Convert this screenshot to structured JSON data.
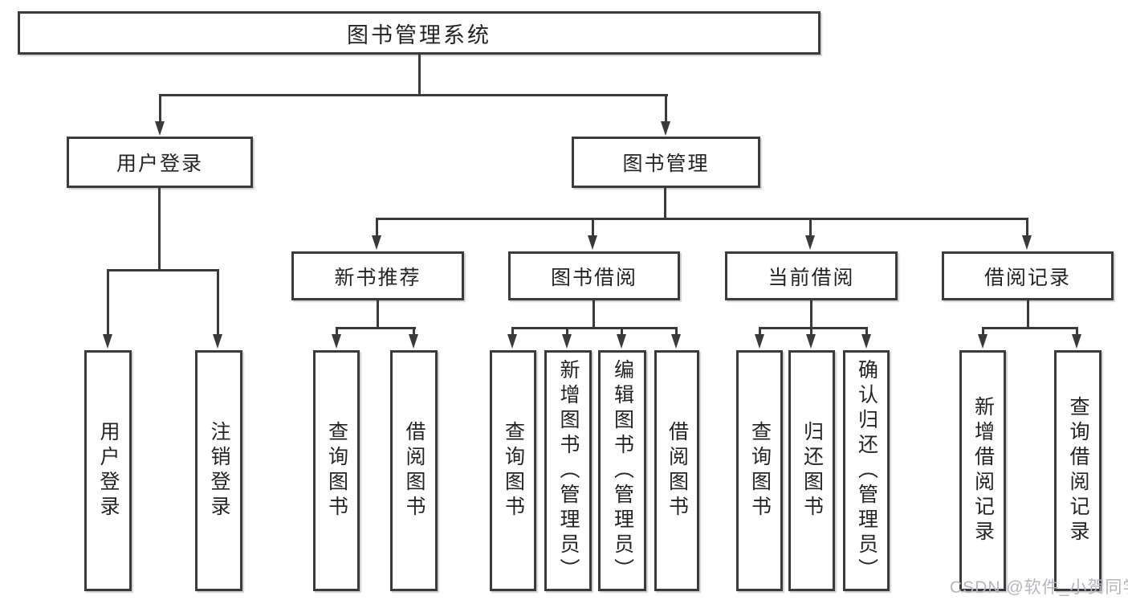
{
  "diagram": {
    "title": "图书管理系统",
    "level2": [
      {
        "label": "用户登录"
      },
      {
        "label": "图书管理"
      }
    ],
    "level3": [
      {
        "label": "新书推荐"
      },
      {
        "label": "图书借阅"
      },
      {
        "label": "当前借阅"
      },
      {
        "label": "借阅记录"
      }
    ],
    "leaves": [
      {
        "label": "用户登录"
      },
      {
        "label": "注销登录"
      },
      {
        "label": "查询图书"
      },
      {
        "label": "借阅图书"
      },
      {
        "label": "查询图书"
      },
      {
        "label": "新增图书（管理员）"
      },
      {
        "label": "编辑图书（管理员）"
      },
      {
        "label": "借阅图书"
      },
      {
        "label": "查询图书"
      },
      {
        "label": "归还图书"
      },
      {
        "label": "确认归还（管理员）"
      },
      {
        "label": "新增借阅记录"
      },
      {
        "label": "查询借阅记录"
      }
    ],
    "watermark": "CSDN @软件_小贺同学"
  },
  "colors": {
    "border": "#3b3b3b",
    "line": "#3a3a3a",
    "text": "#242424",
    "watermark": "#b4b6c1",
    "background": "#ffffff"
  }
}
